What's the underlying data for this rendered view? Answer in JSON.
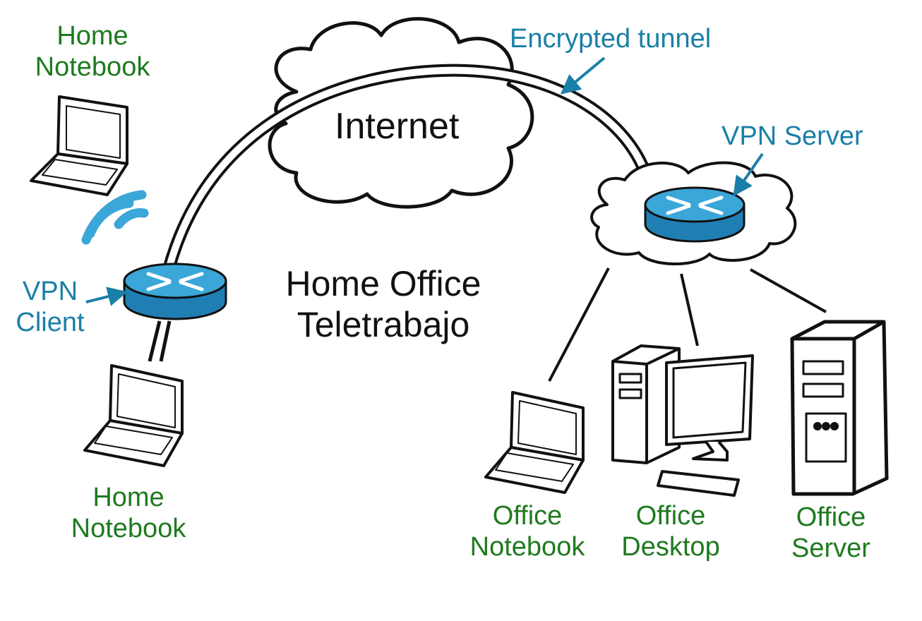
{
  "labels": {
    "home_notebook_top": [
      "Home",
      "Notebook"
    ],
    "home_notebook_bottom": [
      "Home",
      "Notebook"
    ],
    "vpn_client": [
      "VPN",
      "Client"
    ],
    "internet": "Internet",
    "encrypted_tunnel": "Encrypted tunnel",
    "vpn_server": "VPN Server",
    "home_office": [
      "Home Office",
      "Teletrabajo"
    ],
    "office_notebook": [
      "Office",
      "Notebook"
    ],
    "office_desktop": [
      "Office",
      "Desktop"
    ],
    "office_server": [
      "Office",
      "Server"
    ]
  },
  "colors": {
    "device_label": "#1f7a1f",
    "network_label": "#1a7fa6",
    "router_top": "#3ba6d8",
    "router_side": "#1f7fb3",
    "outline": "#111111"
  },
  "icons": [
    "laptop-icon",
    "router-icon",
    "wifi-icon",
    "cloud-icon",
    "desktop-pc-icon",
    "server-tower-icon"
  ]
}
